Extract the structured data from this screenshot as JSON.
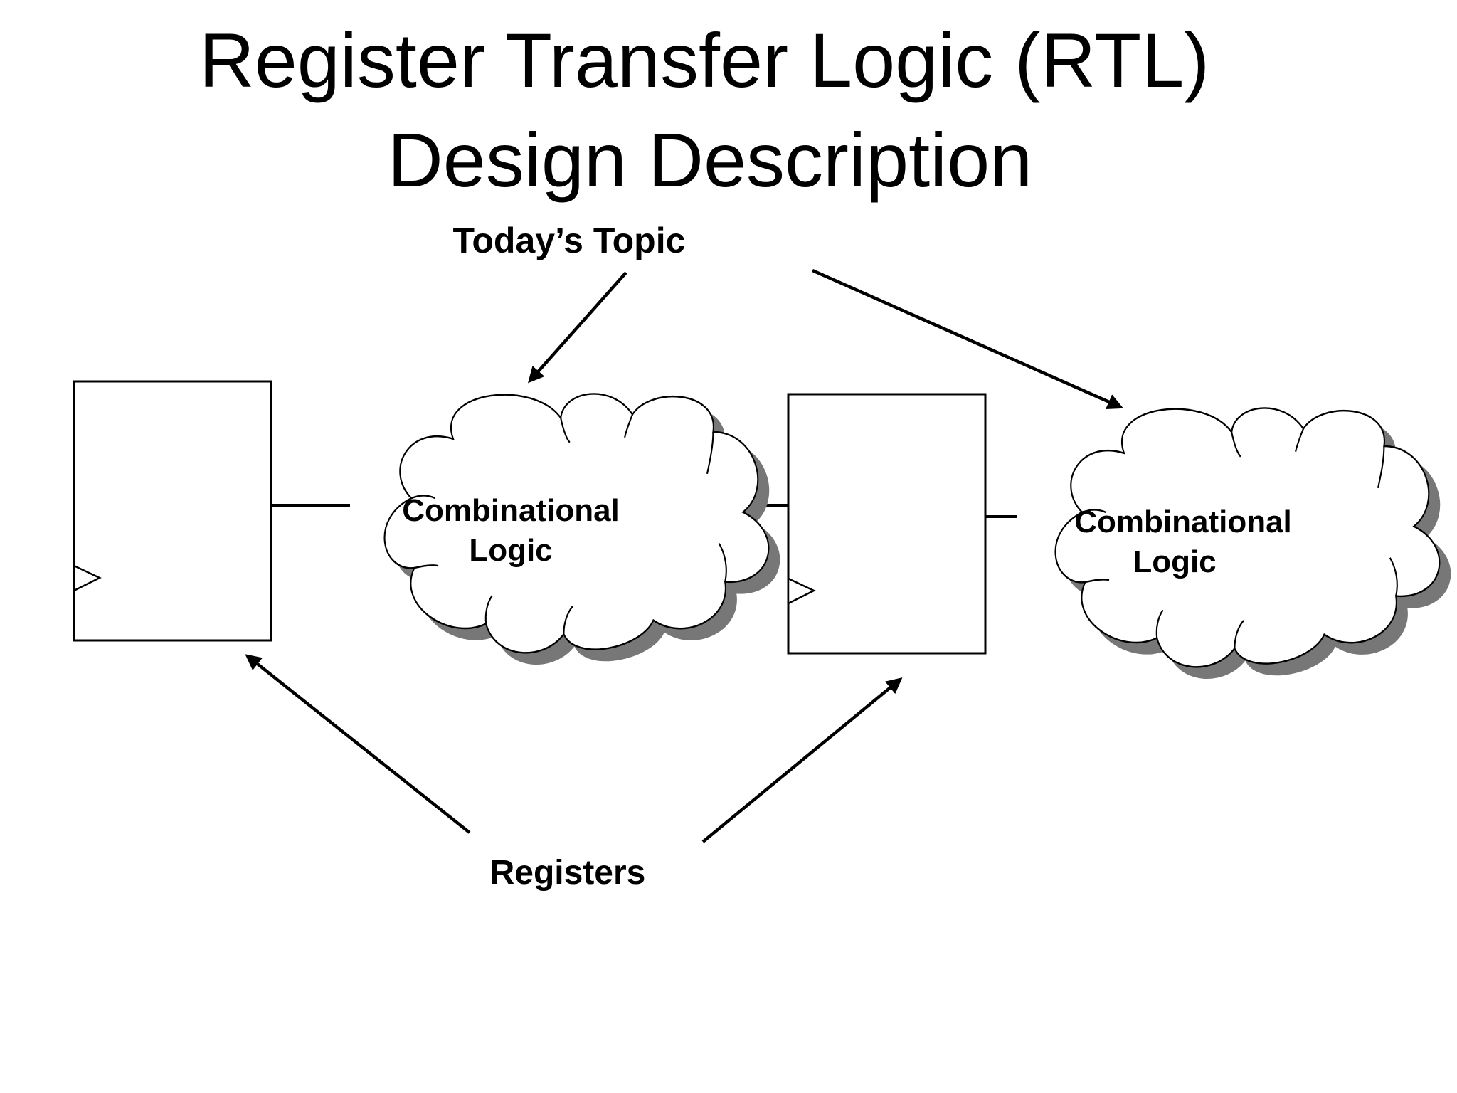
{
  "slide": {
    "title_line1": "Register Transfer Logic (RTL)",
    "title_line2": "Design Description",
    "topic_label": "Today’s Topic",
    "registers_label": "Registers",
    "cloud_left": {
      "line1": "Combinational",
      "line2": "Logic"
    },
    "cloud_right": {
      "line1": "Combinational",
      "line2": "Logic"
    }
  },
  "icons": {
    "register_left": "register-box-icon",
    "register_right": "register-box-icon",
    "clock_left": "clock-triangle-icon",
    "clock_right": "clock-triangle-icon"
  },
  "colors": {
    "ink": "#000000",
    "background": "#ffffff",
    "cloud_shadow": "#777777"
  }
}
